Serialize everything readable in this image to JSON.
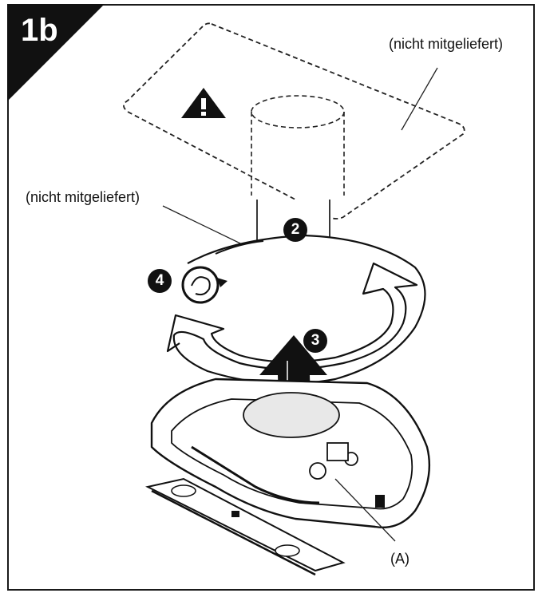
{
  "step_label": "1b",
  "labels": {
    "not_supplied_top": "(nicht mitgeliefert)",
    "not_supplied_left": "(nicht mitgeliefert)",
    "callout_a": "(A)"
  },
  "step_numbers": {
    "two": "2",
    "three": "3",
    "four": "4"
  },
  "icons": {
    "warning": "warning-triangle-icon",
    "hand_rotate": "hand-rotate-icon"
  },
  "colors": {
    "ink": "#111111",
    "arrow_fill": "#ffffff",
    "gray": "#d8d8d8"
  }
}
